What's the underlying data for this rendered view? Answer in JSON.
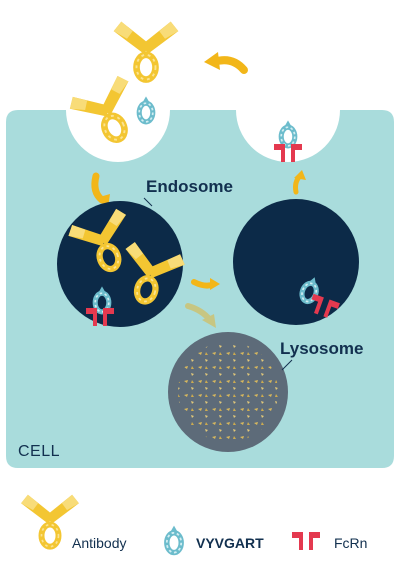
{
  "labels": {
    "endosome": "Endosome",
    "lysosome": "Lysosome",
    "cell": "CELL"
  },
  "legend": {
    "antibody": "Antibody",
    "vyvgart": "VYVGART",
    "fcrn": "FcRn"
  },
  "colors": {
    "cell": "#a9dcdc",
    "endosome": "#0c2a48",
    "lysosome": "#5d6b79",
    "antibody": "#f3c632",
    "antibody_light": "#f8dc78",
    "vyvgart": "#6cbccc",
    "vyvgart_light": "#bfe4ea",
    "fcrn": "#e4394f",
    "arrow": "#f2b619"
  },
  "icons": [
    "antibody-icon",
    "vyvgart-icon",
    "fcrn-icon",
    "curved-arrow-icon"
  ]
}
